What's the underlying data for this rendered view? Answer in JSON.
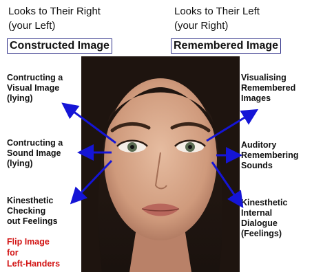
{
  "headings": {
    "left_line1": "Looks to Their Right",
    "left_line2": "(your Left)",
    "right_line1": "Looks to Their Left",
    "right_line2": "(your Right)"
  },
  "boxes": {
    "left": "Constructed Image",
    "right": "Remembered Image"
  },
  "labels": {
    "left_top": "Contructing a\nVisual Image\n(lying)",
    "left_middle": "Contructing a\nSound Image\n(lying)",
    "left_bottom": "Kinesthetic\nChecking\nout Feelings",
    "right_top": "Visualising\nRemembered\nImages",
    "right_middle": "Auditory\nRemembering\nSounds",
    "right_bottom": "Kinesthetic\nInternal\nDialogue\n(Feelings)"
  },
  "note": "Flip Image\nfor\nLeft-Handers",
  "colors": {
    "arrow": "#1515d6",
    "box_border": "#2b2c86",
    "note": "#d21414"
  },
  "icons": {
    "photo": "face-portrait"
  }
}
